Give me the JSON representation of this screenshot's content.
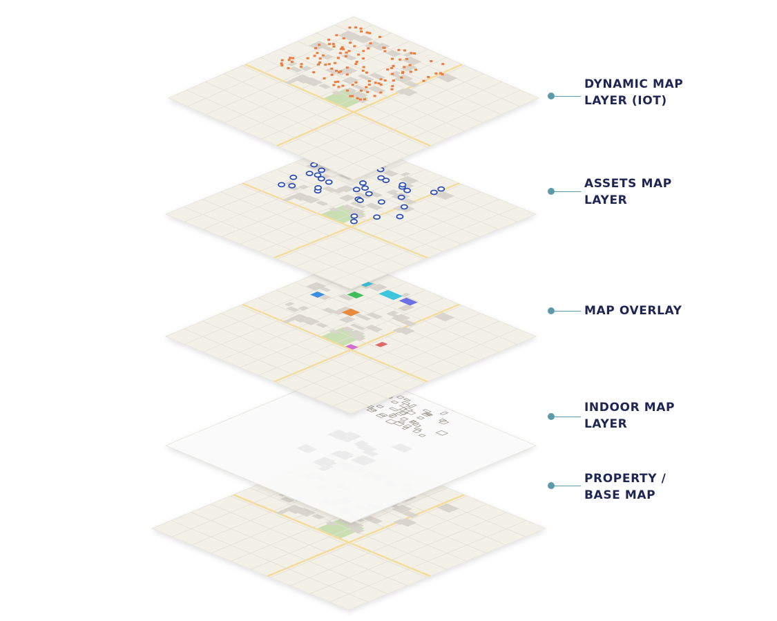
{
  "layers": [
    {
      "id": "dynamic",
      "label_line1": "DYNAMIC MAP",
      "label_line2": "LAYER (IOT)"
    },
    {
      "id": "assets",
      "label_line1": "ASSETS MAP",
      "label_line2": "LAYER"
    },
    {
      "id": "overlay",
      "label_line1": "MAP OVERLAY",
      "label_line2": ""
    },
    {
      "id": "indoor",
      "label_line1": "INDOOR MAP",
      "label_line2": "LAYER"
    },
    {
      "id": "base",
      "label_line1": "PROPERTY /",
      "label_line2": "BASE MAP"
    }
  ],
  "colors": {
    "label_text": "#1d2552",
    "connector": "#5a9aab",
    "map_land": "#f3f0e8",
    "map_block": "#d9d5cd",
    "map_park": "#c9dfb2",
    "map_road": "#f4dc9a",
    "iot_marker": "#f07a3a",
    "asset_marker": "#2d4fb8",
    "overlay_cyan": "#3ec6e0",
    "overlay_green": "#3fbf5a",
    "overlay_blue": "#3b8fe0",
    "overlay_purple": "#6b6fe6",
    "overlay_orange": "#e88a3a",
    "overlay_pink": "#d46cd6",
    "overlay_red": "#e06a6a"
  }
}
